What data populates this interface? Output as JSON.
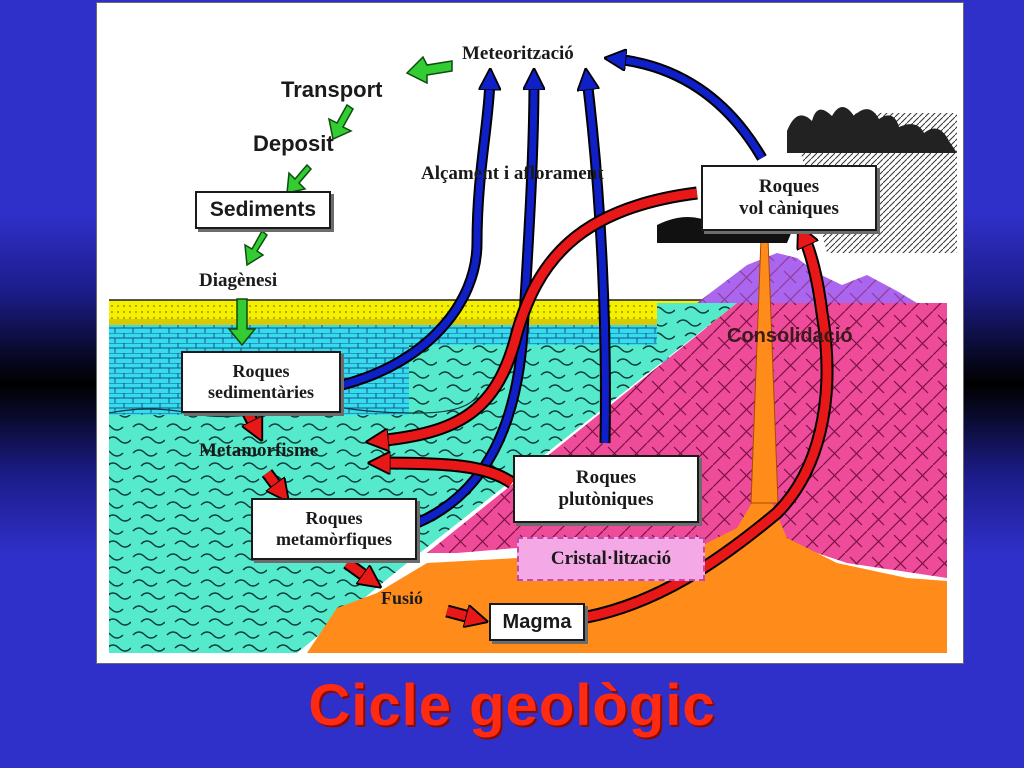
{
  "slide": {
    "title": "Cicle geològic"
  },
  "diagram": {
    "labels": {
      "meteoritzacio": "Meteorització",
      "transport": "Transport",
      "deposit": "Deposit",
      "diagenesi": "Diagènesi",
      "alcament": "Alçament i aflorament",
      "metamorfisme": "Metamorfisme",
      "fusio": "Fusió",
      "consolidacio": "Consolidació"
    },
    "boxes": {
      "sediments": "Sediments",
      "roques_sed_1": "Roques",
      "roques_sed_2": "sedimentàries",
      "roques_met_1": "Roques",
      "roques_met_2": "metamòrfiques",
      "roques_plut_1": "Roques",
      "roques_plut_2": "plutòniques",
      "roques_volc_1": "Roques",
      "roques_volc_2": "vol càniques",
      "cristal": "Cristal·lització",
      "magma": "Magma"
    }
  },
  "colors": {
    "slide_background": "#2f2fc9",
    "title_red": "#ff2a12",
    "arrow_blue": "#1020c8",
    "arrow_red": "#e81818",
    "arrow_green": "#33cc33",
    "sediment_yellow": "#f4f000",
    "sedimentary_rock_cyan": "#33ddee",
    "metamorphic_turquoise": "#55eacb",
    "plutonic_pink": "#ee4c9a",
    "volcano_purple": "#aa66ee",
    "magma_orange": "#ff8c1a",
    "crystallization_pink": "#f5a8e6"
  }
}
